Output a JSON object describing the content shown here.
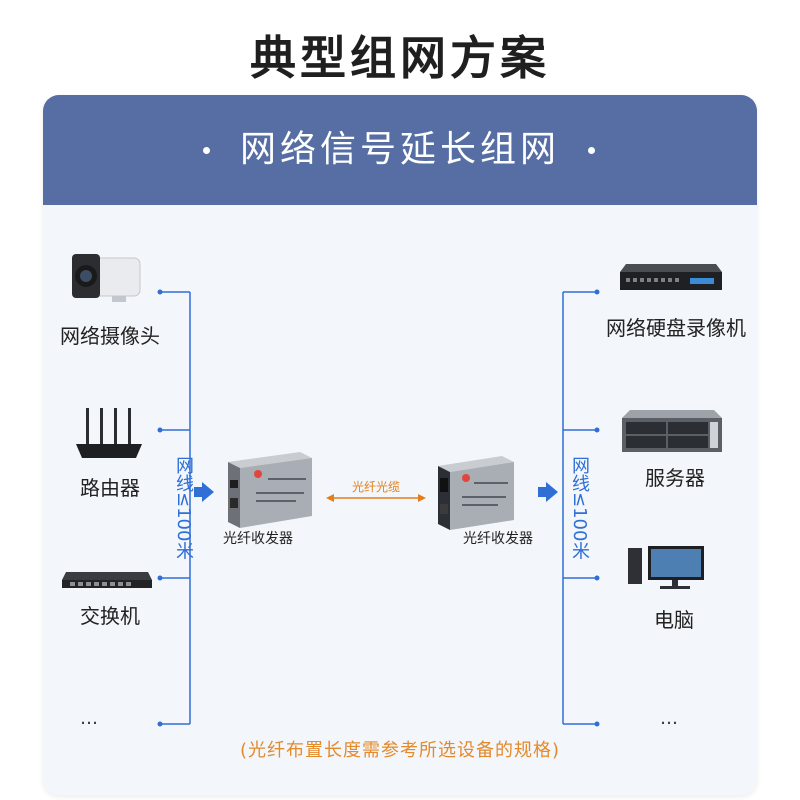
{
  "title": "典型组网方案",
  "subtitle": "网络信号延长组网",
  "left_devices": [
    {
      "label": "网络摄像头",
      "icon": "ip-camera-icon"
    },
    {
      "label": "路由器",
      "icon": "router-icon"
    },
    {
      "label": "交换机",
      "icon": "switch-icon"
    },
    {
      "label": "…",
      "icon": "more-icon"
    }
  ],
  "right_devices": [
    {
      "label": "网络硬盘录像机",
      "icon": "nvr-icon"
    },
    {
      "label": "服务器",
      "icon": "server-icon"
    },
    {
      "label": "电脑",
      "icon": "desktop-computer-icon"
    },
    {
      "label": "…",
      "icon": "more-icon"
    }
  ],
  "cable_note_left": "网线≤100米",
  "cable_note_right": "网线≤100米",
  "converter_left": "光纤收发器",
  "converter_right": "光纤收发器",
  "fiber_label": "光纤光缆",
  "footer_note": "(光纤布置长度需参考所选设备的规格)",
  "colors": {
    "header_bg": "#566ea3",
    "card_bg": "#f3f6fb",
    "line_blue": "#2f6fd6",
    "fiber_orange": "#e27f1a"
  }
}
